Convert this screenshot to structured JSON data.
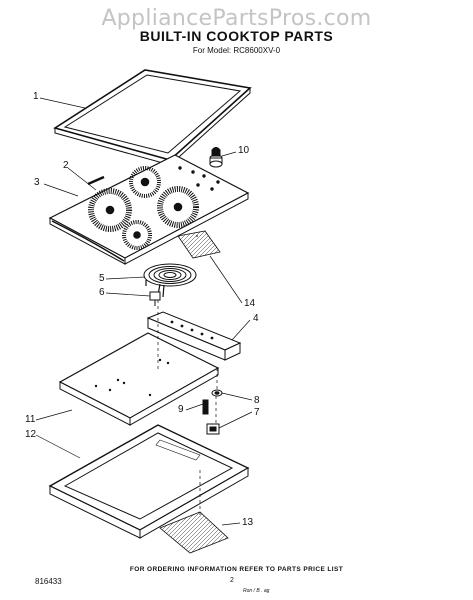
{
  "watermark": "AppliancePartsPros.com",
  "title": "BUILT-IN COOKTOP PARTS",
  "subtitle": "For Model: RC8600XV-0",
  "callouts": {
    "c1": "1",
    "c2": "2",
    "c3": "3",
    "c4": "4",
    "c5": "5",
    "c6": "6",
    "c7": "7",
    "c8": "8",
    "c9": "9",
    "c10": "10",
    "c11": "11",
    "c12": "12",
    "c13": "13",
    "c14": "14"
  },
  "footer": {
    "code": "816433",
    "note": "FOR ORDERING INFORMATION REFER TO PARTS PRICE LIST",
    "page": "2",
    "scribble": "Ron / B . ag"
  }
}
